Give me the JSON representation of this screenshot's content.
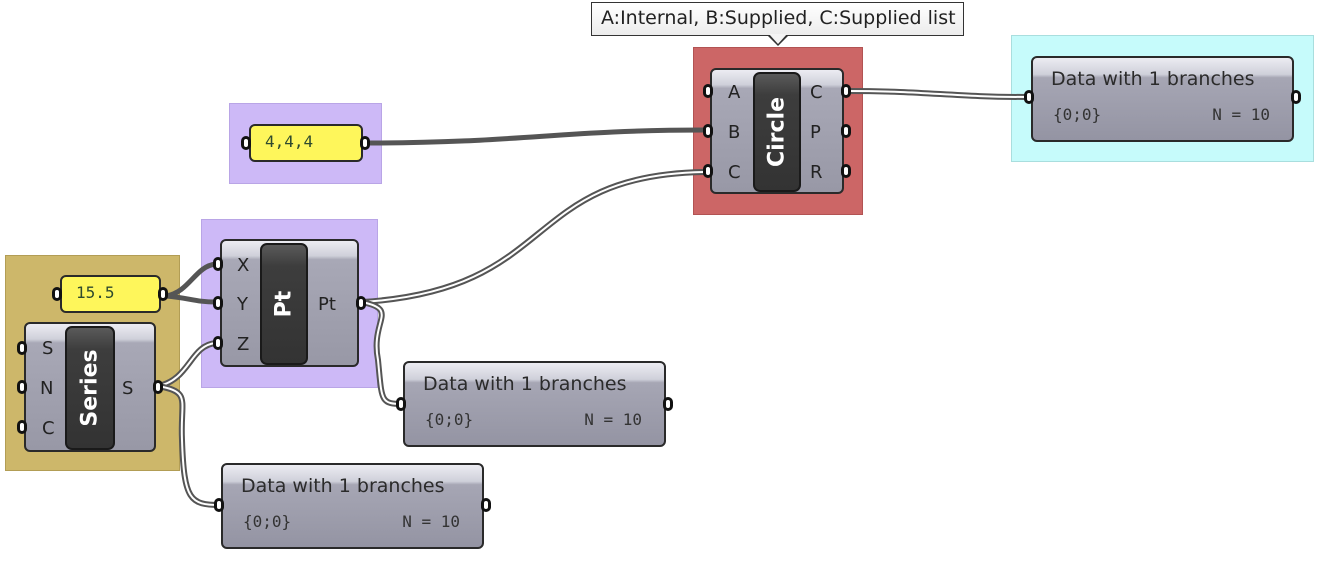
{
  "tooltip": {
    "text": "A:Internal, B:Supplied, C:Supplied list"
  },
  "circle": {
    "name": "Circle",
    "inputs": [
      "A",
      "B",
      "C"
    ],
    "outputs": [
      "C",
      "P",
      "R"
    ]
  },
  "point": {
    "name": "Pt",
    "inputs": [
      "X",
      "Y",
      "Z"
    ],
    "outputs": [
      "Pt"
    ]
  },
  "series": {
    "name": "Series",
    "inputs": [
      "S",
      "N",
      "C"
    ],
    "outputs": [
      "S"
    ]
  },
  "sliders": {
    "vector": "4,4,4",
    "number": "15.5"
  },
  "panels": [
    {
      "title": "Data with 1 branches",
      "branch": "{0;0}",
      "count": "N = 10"
    },
    {
      "title": "Data with 1 branches",
      "branch": "{0;0}",
      "count": "N = 10"
    },
    {
      "title": "Data with 1 branches",
      "branch": "{0;0}",
      "count": "N = 10"
    }
  ],
  "colors": {
    "group_purple": "#cdb9f7",
    "group_red": "#cc6666",
    "group_cyan": "#c6fbfb",
    "group_gold": "#cdb76a",
    "slider_yellow": "#fef65b"
  }
}
